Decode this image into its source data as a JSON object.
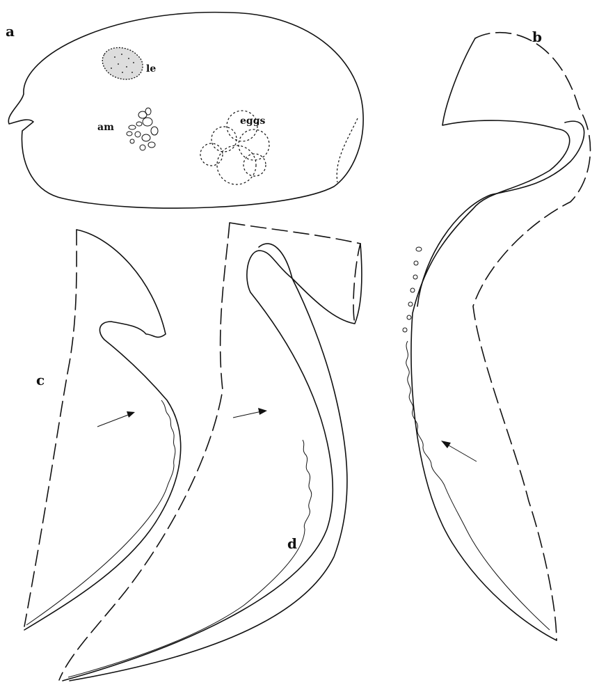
{
  "panels": {
    "a": {
      "label": "a",
      "annotations": {
        "le": "le",
        "am": "am",
        "eggs": "eggs"
      }
    },
    "b": {
      "label": "b"
    },
    "c": {
      "label": "c"
    },
    "d": {
      "label": "d"
    }
  },
  "colors": {
    "ink": "#111111",
    "paper": "#ffffff"
  }
}
